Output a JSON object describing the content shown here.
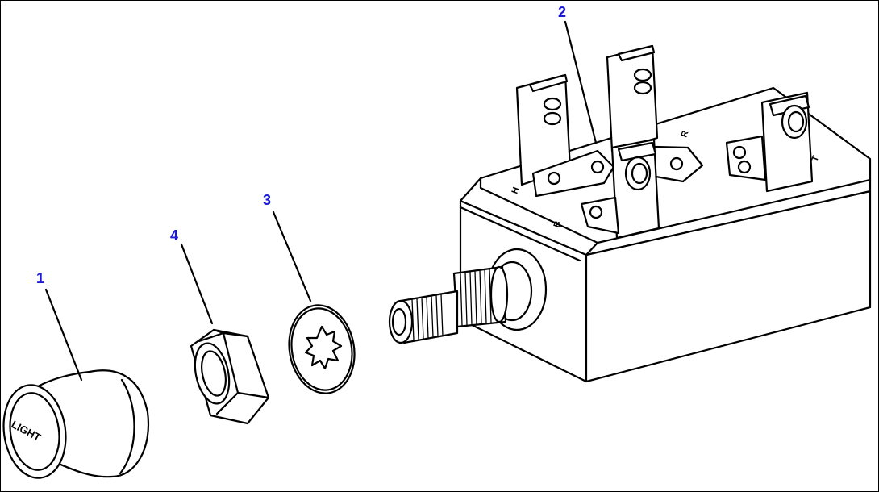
{
  "callouts": {
    "c1": "1",
    "c2": "2",
    "c3": "3",
    "c4": "4"
  },
  "knob_text": "LIGHT",
  "terminal_marks": {
    "h": "H",
    "r": "R",
    "b": "B",
    "t": "T"
  },
  "colors": {
    "callout": "#1a1ad6",
    "line": "#000000",
    "background": "#ffffff"
  }
}
